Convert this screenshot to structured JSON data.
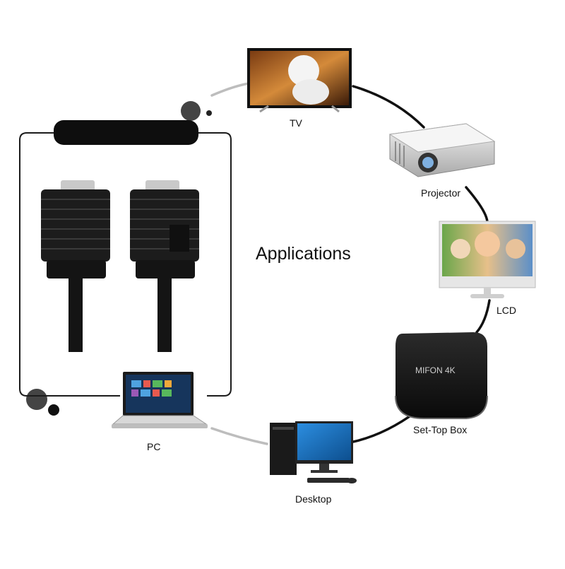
{
  "heading": "Applications",
  "devices": [
    {
      "id": "tv",
      "label": "TV"
    },
    {
      "id": "projector",
      "label": "Projector"
    },
    {
      "id": "lcd",
      "label": "LCD"
    },
    {
      "id": "set-top-box",
      "label": "Set-Top Box",
      "brand_text": "MIFON 4K"
    },
    {
      "id": "desktop",
      "label": "Desktop"
    },
    {
      "id": "pc",
      "label": "PC"
    }
  ],
  "colors": {
    "cable_black": "#1c1c1c",
    "pin_metal": "#c9c9c9",
    "ring_gray": "#bdbdbd",
    "ring_dark": "#111111",
    "screen_blue": "#1a6fb5"
  }
}
